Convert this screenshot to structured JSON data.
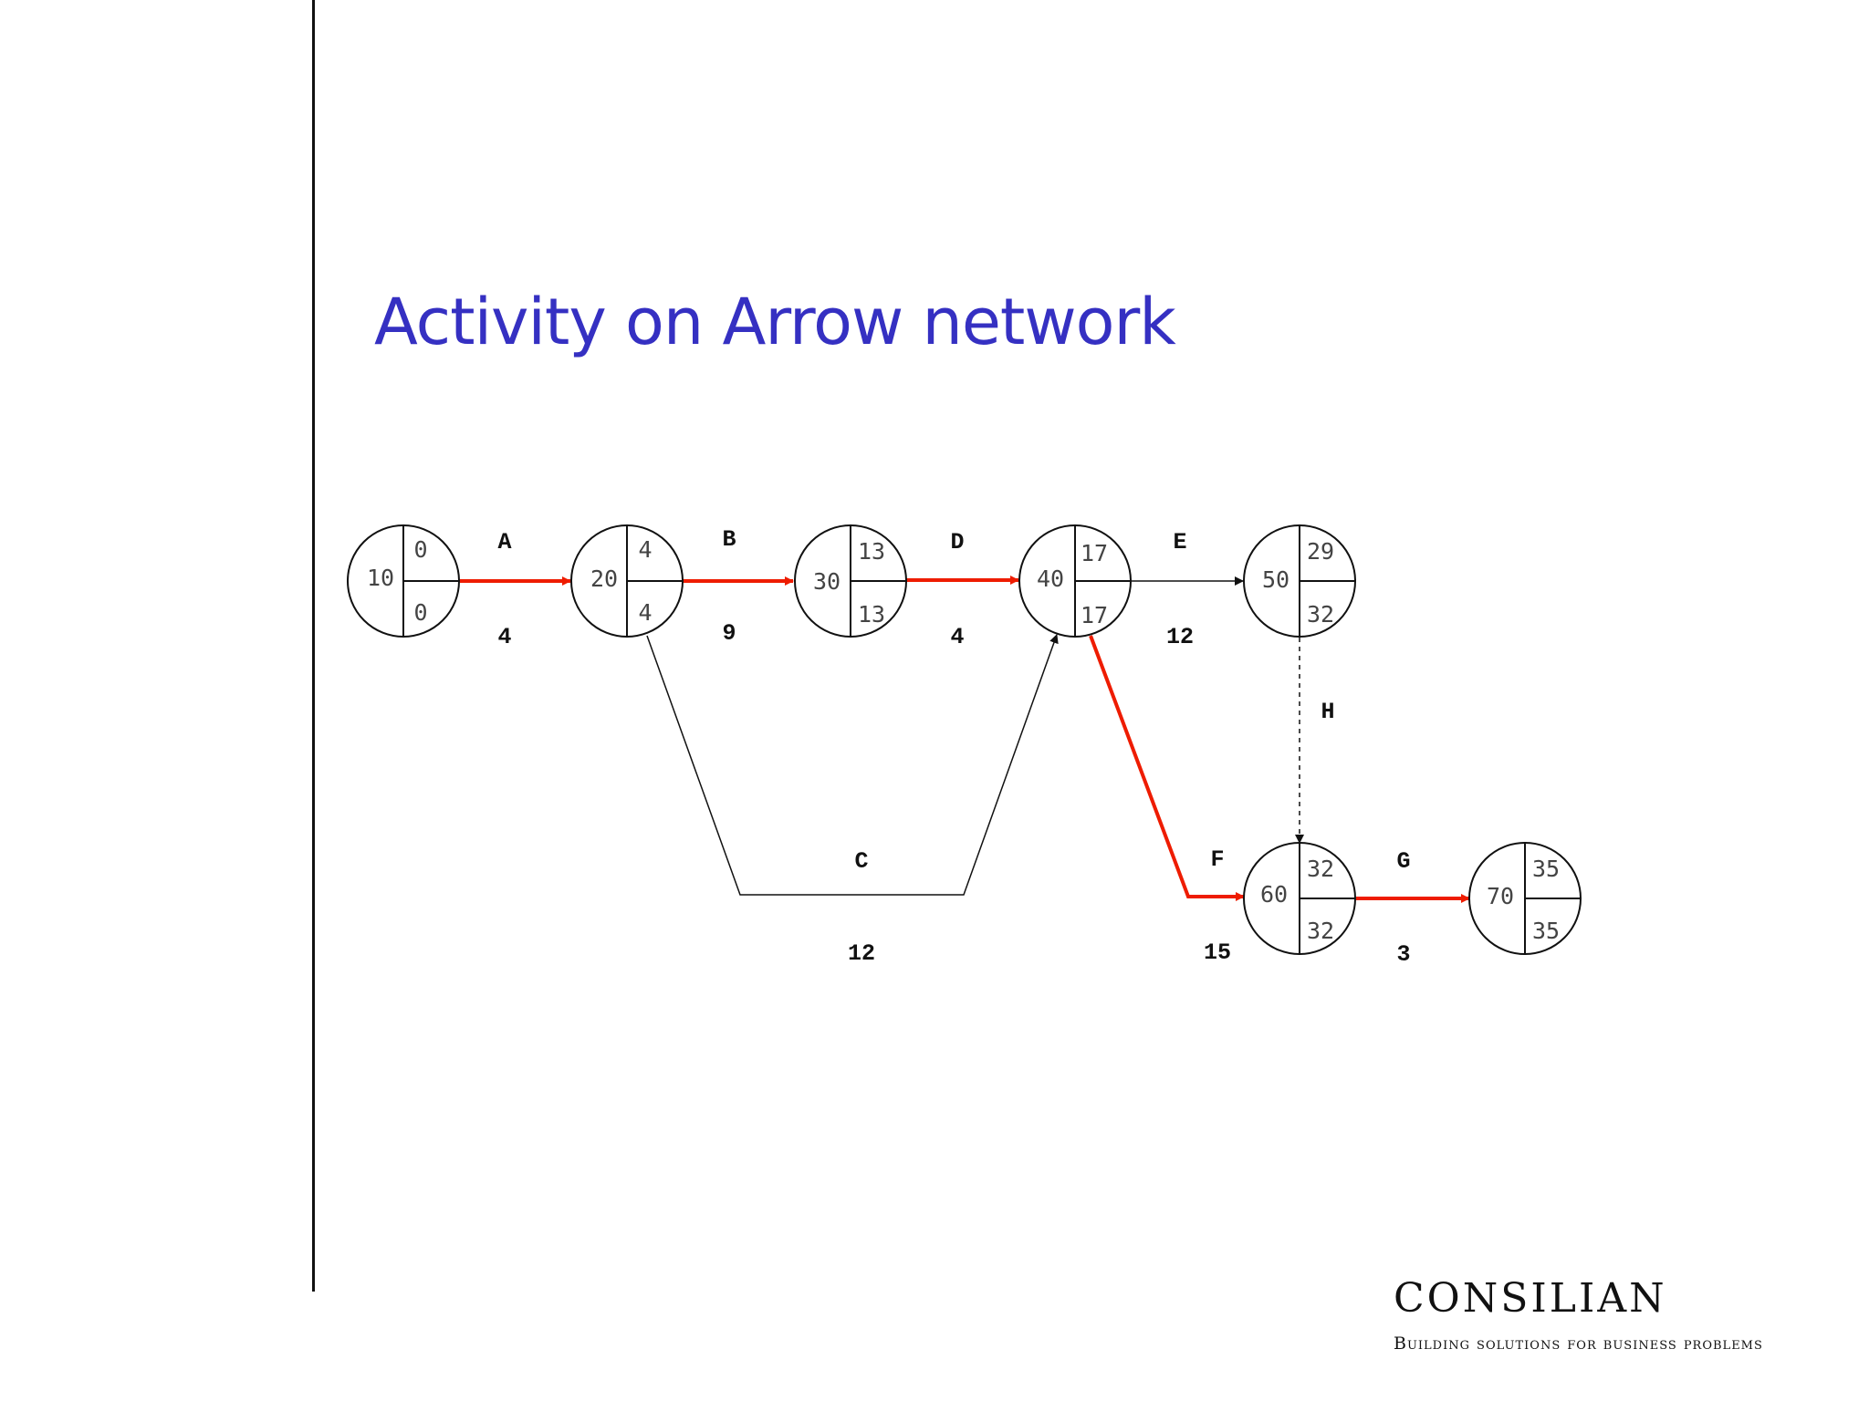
{
  "title": "Activity on Arrow network",
  "brand": {
    "name": "CONSILIAN",
    "tagline": "Building solutions for business problems"
  },
  "colors": {
    "title": "#3530c2",
    "critical": "#ee1c00",
    "normal": "#111111"
  },
  "nodes": [
    {
      "id": "10",
      "earliest": "0",
      "latest": "0"
    },
    {
      "id": "20",
      "earliest": "4",
      "latest": "4"
    },
    {
      "id": "30",
      "earliest": "13",
      "latest": "13"
    },
    {
      "id": "40",
      "earliest": "17",
      "latest": "17"
    },
    {
      "id": "50",
      "earliest": "29",
      "latest": "32"
    },
    {
      "id": "60",
      "earliest": "32",
      "latest": "32"
    },
    {
      "id": "70",
      "earliest": "35",
      "latest": "35"
    }
  ],
  "activities": [
    {
      "label": "A",
      "duration": "4",
      "from": "10",
      "to": "20",
      "critical": true,
      "dummy": false
    },
    {
      "label": "B",
      "duration": "9",
      "from": "20",
      "to": "30",
      "critical": true,
      "dummy": false
    },
    {
      "label": "C",
      "duration": "12",
      "from": "20",
      "to": "40",
      "critical": false,
      "dummy": false
    },
    {
      "label": "D",
      "duration": "4",
      "from": "30",
      "to": "40",
      "critical": true,
      "dummy": false
    },
    {
      "label": "E",
      "duration": "12",
      "from": "40",
      "to": "50",
      "critical": false,
      "dummy": false
    },
    {
      "label": "F",
      "duration": "15",
      "from": "40",
      "to": "60",
      "critical": true,
      "dummy": false
    },
    {
      "label": "G",
      "duration": "3",
      "from": "60",
      "to": "70",
      "critical": true,
      "dummy": false
    },
    {
      "label": "H",
      "duration": "",
      "from": "50",
      "to": "60",
      "critical": false,
      "dummy": true
    }
  ]
}
